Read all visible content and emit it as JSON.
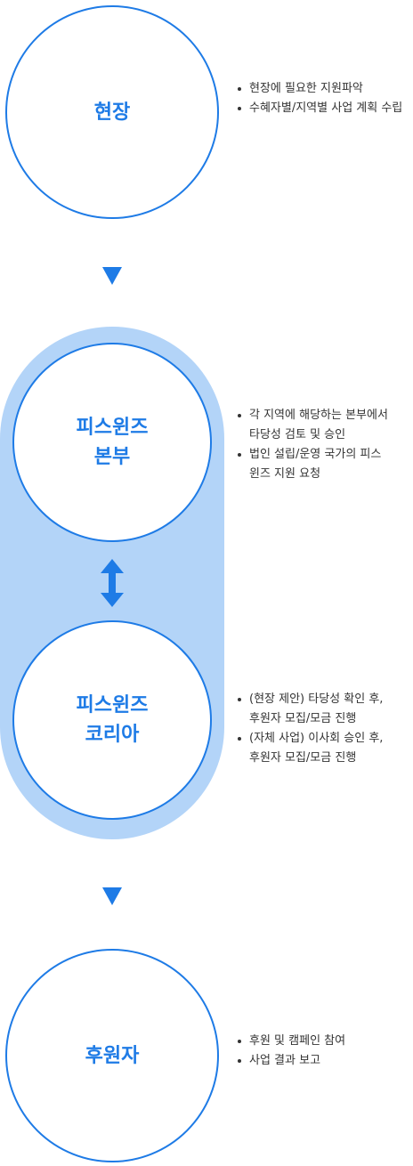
{
  "colors": {
    "accent": "#1e7be6",
    "capsule": "#b3d4f8",
    "text": "#333333"
  },
  "steps": [
    {
      "label": "현장",
      "bullets": [
        "현장에 필요한 지원파악",
        "수혜자별/지역별 사업 계획 수립"
      ]
    },
    {
      "label": "피스윈즈\n본부",
      "bullets": [
        "각 지역에 해당하는 본부에서\n타당성 검토 및 승인",
        "법인 설립/운영 국가의 피스\n윈즈 지원 요청"
      ]
    },
    {
      "label": "피스윈즈\n코리아",
      "bullets": [
        "(현장 제안) 타당성 확인 후,\n후원자 모집/모금 진행",
        "(자체 사업) 이사회 승인 후,\n후원자 모집/모금 진행"
      ]
    },
    {
      "label": "후원자",
      "bullets": [
        "후원 및 캠페인 참여",
        "사업 결과 보고"
      ]
    }
  ],
  "icons": {
    "flow_down": "triangle-down-icon",
    "two_way": "double-arrow-vertical-icon"
  }
}
